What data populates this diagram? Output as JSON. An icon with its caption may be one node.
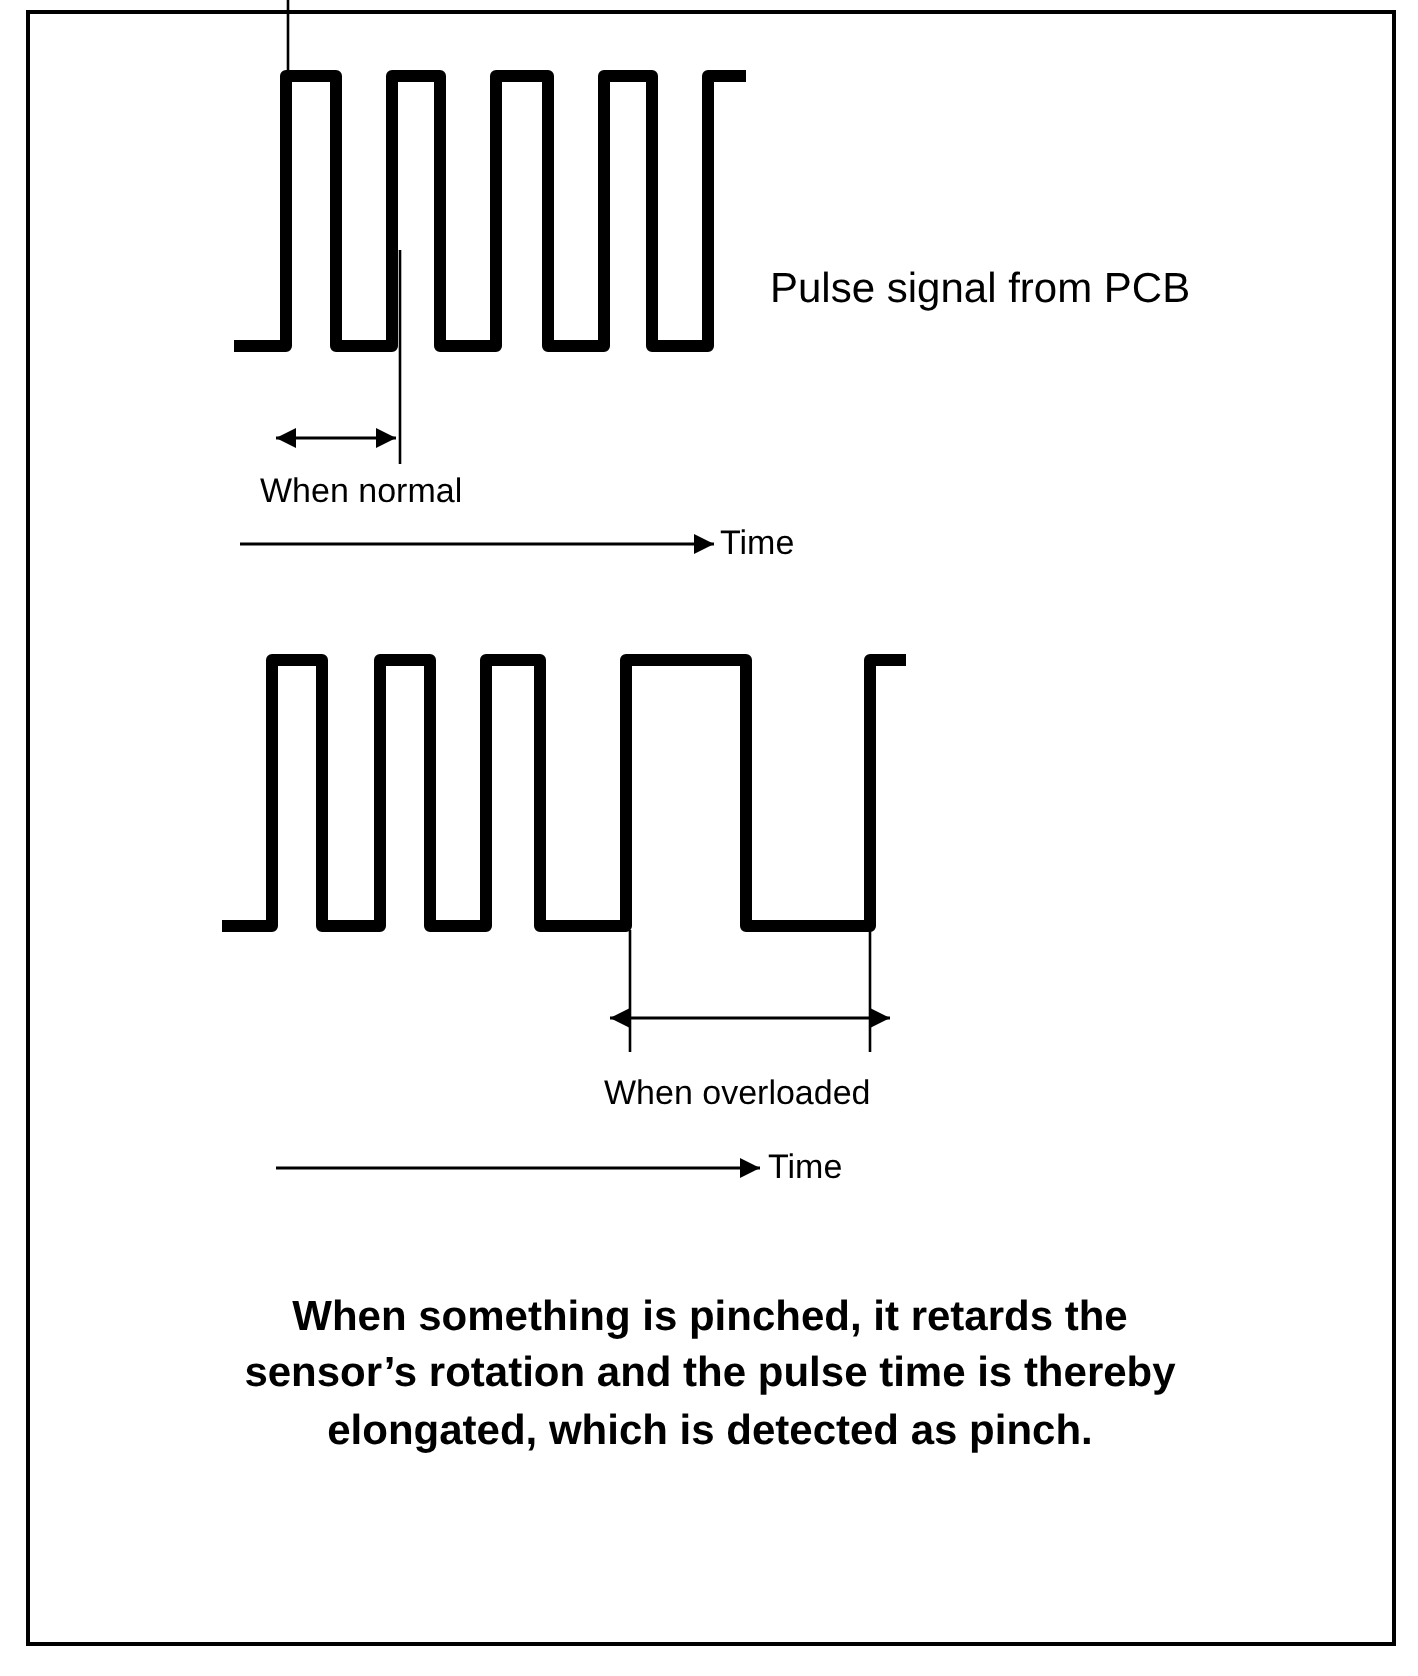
{
  "diagram": {
    "labels": [
      "Pulse signal from PCB",
      "When normal",
      "Time",
      "When overloaded",
      "Time",
      "When something is pinched, it retards the sensor’s rotation and the pulse time is thereby elongated, which is detected as pinch."
    ]
  }
}
